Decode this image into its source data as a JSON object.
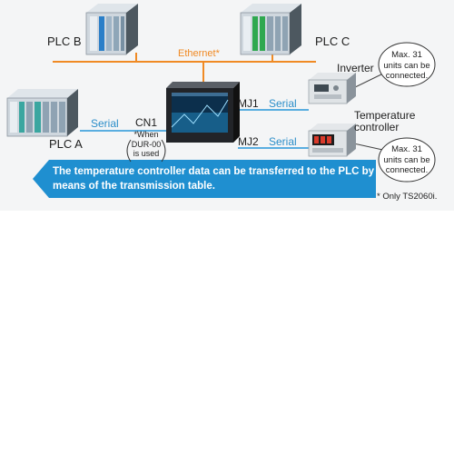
{
  "network": {
    "ethernet_label": "Ethernet*",
    "plc_a_label": "PLC A",
    "plc_b_label": "PLC B",
    "plc_c_label": "PLC C",
    "serial_left_label": "Serial",
    "serial_mj1_label": "Serial",
    "serial_mj2_label": "Serial",
    "cn1_label": "CN1",
    "cn1_note": [
      "*When",
      "DUR-00",
      "is used"
    ],
    "mj1_label": "MJ1",
    "mj2_label": "MJ2",
    "inverter_label": "Inverter",
    "temp_controller_label": [
      "Temperature",
      "controller"
    ],
    "bubble_inverter": [
      "Max. 31",
      "units can be",
      "connected."
    ],
    "bubble_temp": [
      "Max. 31",
      "units can be",
      "connected."
    ]
  },
  "banner": {
    "text": "The temperature controller data can be transferred to the PLC by means of the transmission table."
  },
  "footnote": "* Only TS2060i.",
  "colors": {
    "ethernet": "#f08a24",
    "serial": "#5aaee0",
    "banner": "#1f8fd0",
    "plc_c_accent": "#2fa84f",
    "plc_b_accent": "#2a7fc8",
    "plc_a_accent": "#3aa6a0"
  }
}
